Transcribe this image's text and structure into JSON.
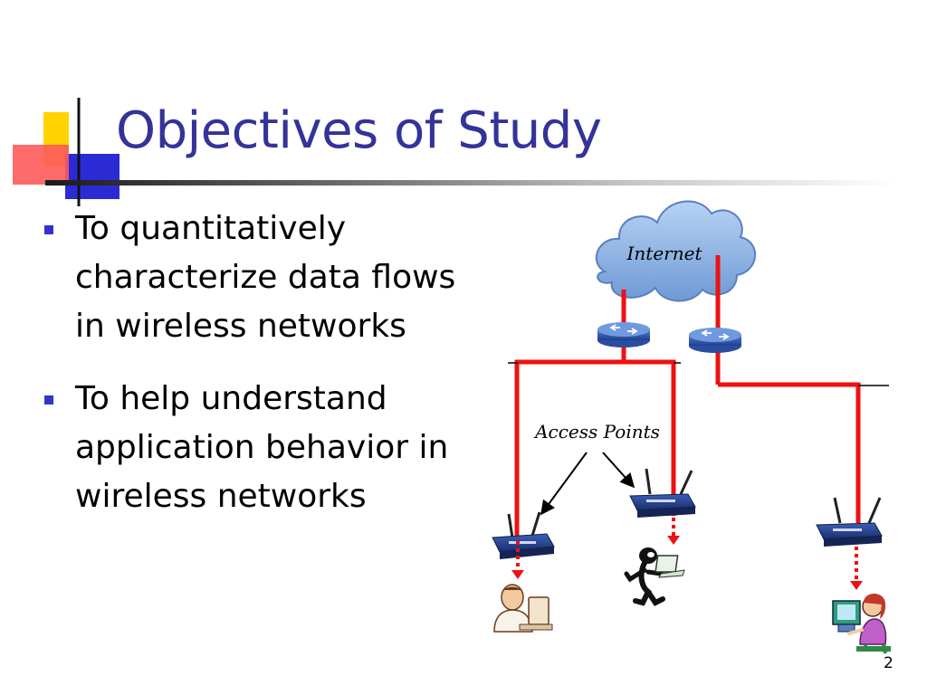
{
  "slide": {
    "title": "Objectives of Study",
    "bullets": [
      {
        "line1": "To quantitatively",
        "line2": "characterize data flows",
        "line3": "in wireless networks"
      },
      {
        "line1": "To help understand",
        "line2": "application behavior in",
        "line3": "wireless networks"
      }
    ],
    "page_number": "2"
  },
  "diagram": {
    "cloud_label": "Internet",
    "access_points_label": "Access Points"
  },
  "colors": {
    "title": "#333399",
    "bullet": "#3333cc",
    "wire": "#ee1111",
    "cloud": "#8fb6e8"
  }
}
